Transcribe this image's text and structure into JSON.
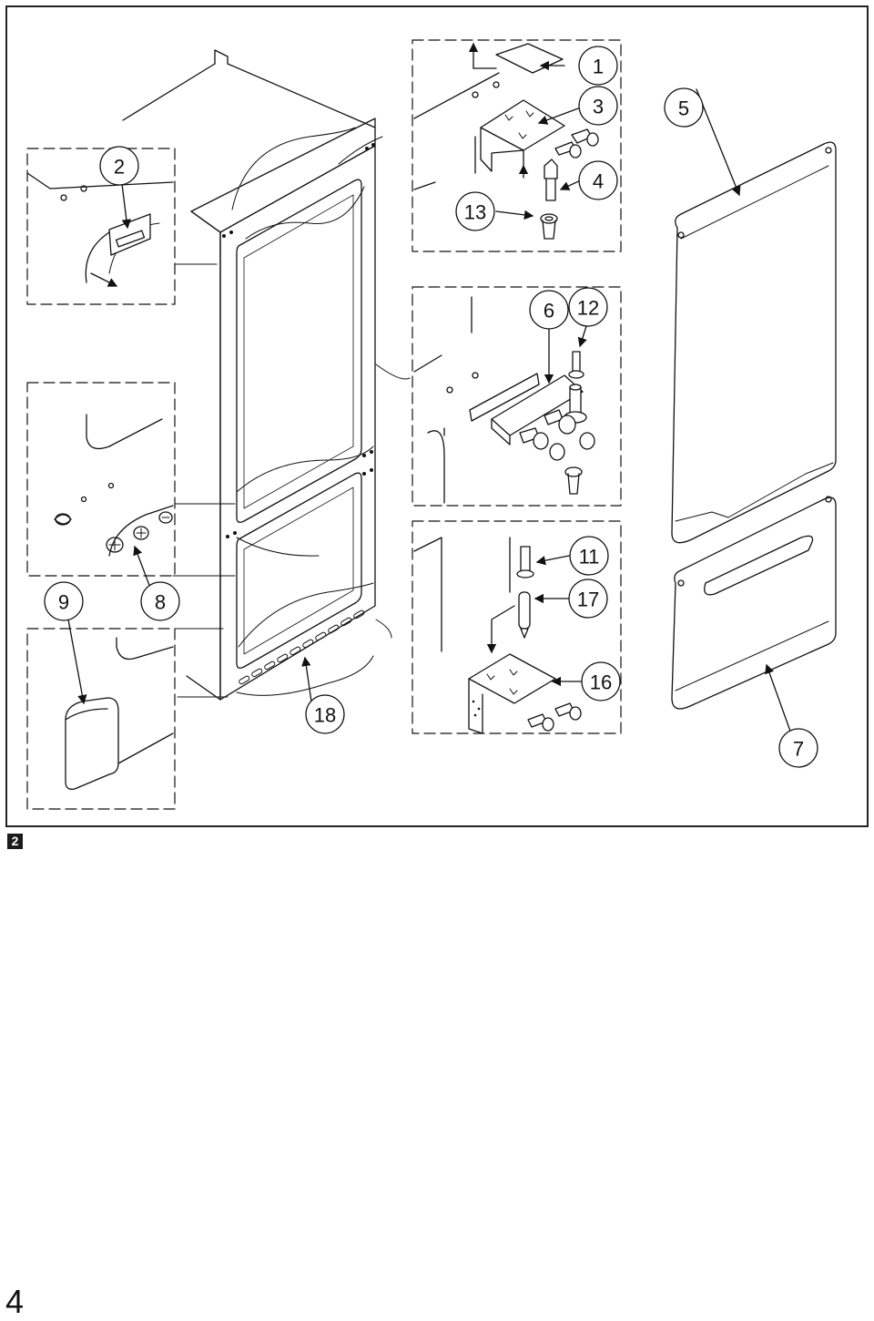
{
  "figure": {
    "tag": "2",
    "callouts": [
      {
        "id": "c1",
        "label": "1"
      },
      {
        "id": "c2",
        "label": "2"
      },
      {
        "id": "c3",
        "label": "3"
      },
      {
        "id": "c4",
        "label": "4"
      },
      {
        "id": "c5",
        "label": "5"
      },
      {
        "id": "c6",
        "label": "6"
      },
      {
        "id": "c7",
        "label": "7"
      },
      {
        "id": "c8",
        "label": "8"
      },
      {
        "id": "c9",
        "label": "9"
      },
      {
        "id": "c11",
        "label": "11"
      },
      {
        "id": "c12",
        "label": "12"
      },
      {
        "id": "c13",
        "label": "13"
      },
      {
        "id": "c16",
        "label": "16"
      },
      {
        "id": "c17",
        "label": "17"
      },
      {
        "id": "c18",
        "label": "18"
      }
    ]
  },
  "page": {
    "number": "4"
  }
}
